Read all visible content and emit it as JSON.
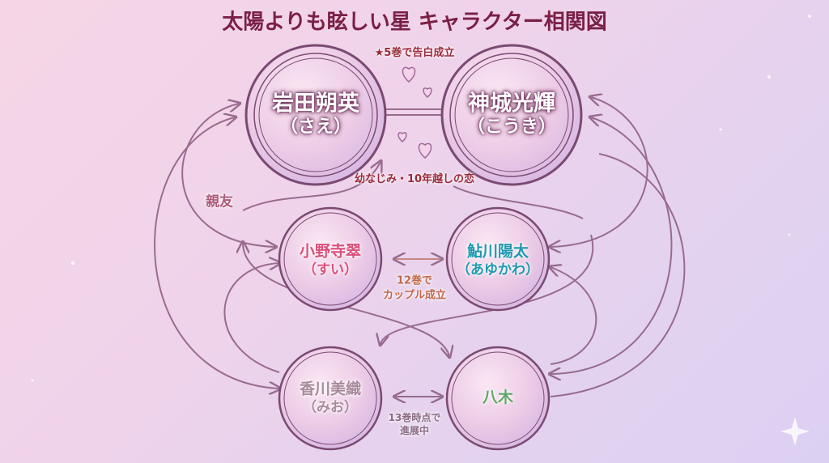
{
  "title": "太陽よりも眩しい星 キャラクター相関図",
  "characters": {
    "sae": {
      "name": "岩田朔英",
      "kana": "（さえ）",
      "color": "#ffffff"
    },
    "kouki": {
      "name": "神城光輝",
      "kana": "（こうき）",
      "color": "#ffffff"
    },
    "sui": {
      "name": "小野寺翠",
      "kana": "（すい）",
      "color": "#d9507a"
    },
    "ayukawa": {
      "name": "鮎川陽太",
      "kana": "（あゆかわ）",
      "color": "#1f9ab0"
    },
    "mio": {
      "name": "香川美織",
      "kana": "（みお）",
      "color": "#a88a9c"
    },
    "yagi": {
      "name": "八木",
      "color": "#5fa865"
    }
  },
  "relations": {
    "confession": "★5巻で告白成立",
    "childhood": "幼なじみ・10年越しの恋",
    "best_friend": "親友",
    "couple": "12巻で\nカップル成立",
    "progress": "13巻時点で\n進展中"
  }
}
